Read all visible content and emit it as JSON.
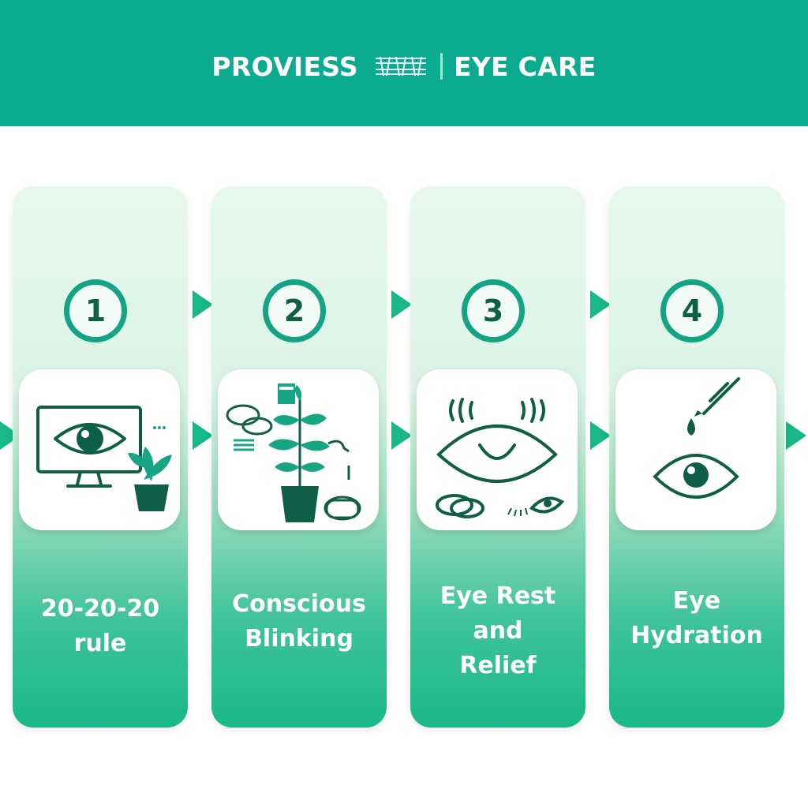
{
  "header": {
    "title_left": "PROVIESS",
    "title_right": "EYE CARE",
    "background": "#0aab8e"
  },
  "steps": [
    {
      "number": "1",
      "label_line1": "20-20-20",
      "label_line2": "rule",
      "icon": "monitor-eye-plant-icon"
    },
    {
      "number": "2",
      "label_line1": "Conscious",
      "label_line2": "Blinking",
      "icon": "plant-blinking-icon"
    },
    {
      "number": "3",
      "label_line1": "Eye Rest",
      "label_line2": "and",
      "label_line3": "Relief",
      "icon": "relaxed-eye-icon"
    },
    {
      "number": "4",
      "label_line1": "Eye",
      "label_line2": "Hydration",
      "icon": "eye-drop-icon"
    }
  ],
  "colors": {
    "accent": "#14a383",
    "dark_green": "#0f5e48",
    "arrow": "#18b888"
  }
}
